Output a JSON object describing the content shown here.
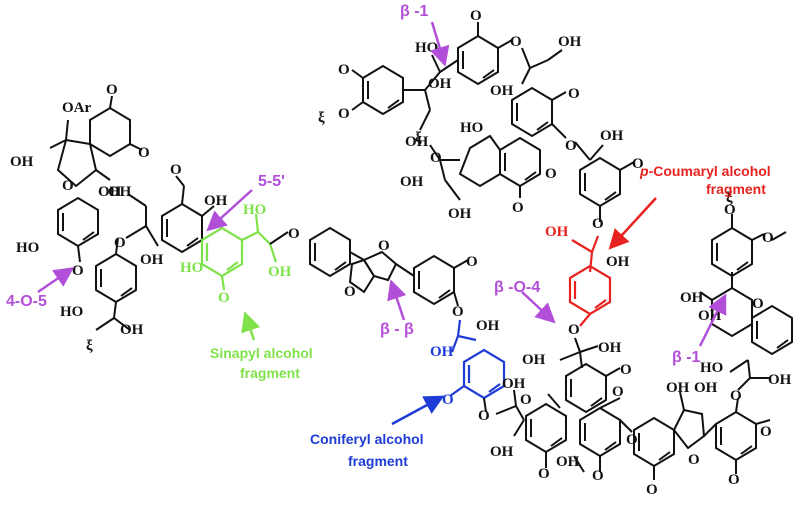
{
  "colors": {
    "black": "#111111",
    "linkage_label": "#b24fd8",
    "sinapyl": "#7fe24a",
    "coniferyl": "#1e3bd6",
    "coumaryl": "#e8221e"
  },
  "linkages": {
    "beta1_top": "β -1",
    "five_five": "5-5'",
    "four_o_five": "4-O-5",
    "beta_beta": "β - β",
    "beta_o4": "β -O-4",
    "beta1_right": "β -1"
  },
  "fragments": {
    "coumaryl_prefix": "p",
    "coumaryl_line1_rest": "-Coumaryl alcohol",
    "coumaryl_line2": "fragment",
    "sinapyl_line1": "Sinapyl alcohol",
    "sinapyl_line2": "fragment",
    "coniferyl_line1": "Coniferyl alcohol",
    "coniferyl_line2": "fragment"
  },
  "atoms": {
    "OH": "OH",
    "HO": "HO",
    "O": "O",
    "OAr": "OAr",
    "O_methoxy": "O",
    "wavy": "ξ"
  }
}
